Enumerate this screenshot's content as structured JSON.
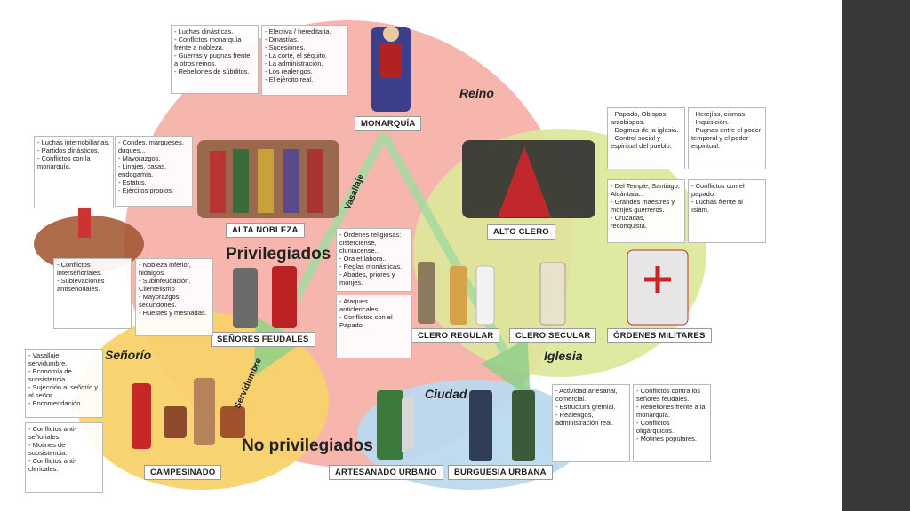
{
  "regions": {
    "reino": "Reino",
    "senorio": "Señorío",
    "iglesia": "Iglesia",
    "ciudad": "Ciudad"
  },
  "headings": {
    "privilegiados": "Privilegiados",
    "no_privilegiados": "No privilegiados"
  },
  "relations": {
    "vasallaje": "Vasallaje",
    "servidumbre": "Servidumbre"
  },
  "groups": {
    "monarquia": "MONARQUÍA",
    "alta_nobleza": "ALTA NOBLEZA",
    "alto_clero": "ALTO CLERO",
    "senores_feudales": "SEÑORES FEUDALES",
    "clero_regular": "CLERO REGULAR",
    "clero_secular": "CLERO SECULAR",
    "ordenes_militares": "ÓRDENES MILITARES",
    "campesinado": "CAMPESINADO",
    "artesanado_urbano": "ARTESANADO URBANO",
    "burguesia_urbana": "BURGUESÍA URBANA"
  },
  "boxes": {
    "monarquia_conflicts": [
      "- Luchas dinásticas.",
      "- Conflictos monarquía frente a nobleza.",
      "- Guerras y pugnas frente a otros reinos.",
      "- Rebeliones de súbditos."
    ],
    "monarquia_traits": [
      "- Electiva / hereditaria.",
      "- Dinastías.",
      "- Sucesiones.",
      "- La corte, el séquito.",
      "- La administración.",
      "- Los realengos.",
      "- El ejército real."
    ],
    "nobleza_conflicts": [
      "- Luchas internobiliarias.",
      "- Partidos dinásticos.",
      "- Conflictos con la monarquía."
    ],
    "nobleza_traits": [
      "- Condes, marqueses, duques...",
      "- Mayorazgos.",
      "- Linajes, casas, endogamia.",
      "- Estatus.",
      "- Ejércitos propios."
    ],
    "clero_traits": [
      "- Papado, Obispos, arzobispos.",
      "- Dogmas de la iglesia.",
      "- Control social y espiritual del pueblo."
    ],
    "clero_conflicts": [
      "- Herejías, cismas.",
      "- Inquisición.",
      "- Pugnas entre el poder temporal y el poder espiritual."
    ],
    "ordenes_traits": [
      "- Del Temple, Santiago, Alcántara...",
      "- Grandes maestres y monjes guerreros.",
      "- Cruzadas, reconquista."
    ],
    "ordenes_conflicts": [
      "- Conflictos con el papado.",
      "- Luchas frente al Islam."
    ],
    "senores_conflicts": [
      "- Conflictos interseñoriales.",
      "- Sublevaciones antiseñoriales."
    ],
    "senores_traits": [
      "- Nobleza inferior, hidalgos.",
      "- Subinfeudación.",
      "Clientelismo",
      "- Mayorazgos, secundones.",
      "- Huestes y mesnadas."
    ],
    "regular_traits": [
      "- Órdenes religiosas: cisterciense, cluniacense...",
      "- Ora et labora...",
      "- Reglas monásticas.",
      "- Abades, priores y monjes."
    ],
    "regular_conflicts": [
      "- Ataques anticlericales.",
      "- Conflictos con el Papado."
    ],
    "campesinado_traits": [
      "- Vasallaje, servidumbre.",
      "- Economía de subsistencia.",
      "- Sujección al señorío y al señor.",
      "- Encomendación."
    ],
    "campesinado_conflicts": [
      "- Conflictos anti-señoriales.",
      "- Motines de subsistencia.",
      "- Conflictos anti-clericales."
    ],
    "ciudad_traits": [
      "- Actividad artesanal, comercial.",
      "- Estructura gremial.",
      "- Realengos, administración real."
    ],
    "ciudad_conflicts": [
      "- Conflictos contra los señores feudales.",
      "- Rebeliones frente a la monarquía.",
      "- Conflictos oligárquicos.",
      "- Motines populares."
    ]
  },
  "colors": {
    "reino": "#f4a9a0",
    "iglesia": "#dde79a",
    "senorio": "#f8d36a",
    "ciudad": "#bcd9ef",
    "arrow": "#a6dba0",
    "sidebar": "#38393b"
  }
}
